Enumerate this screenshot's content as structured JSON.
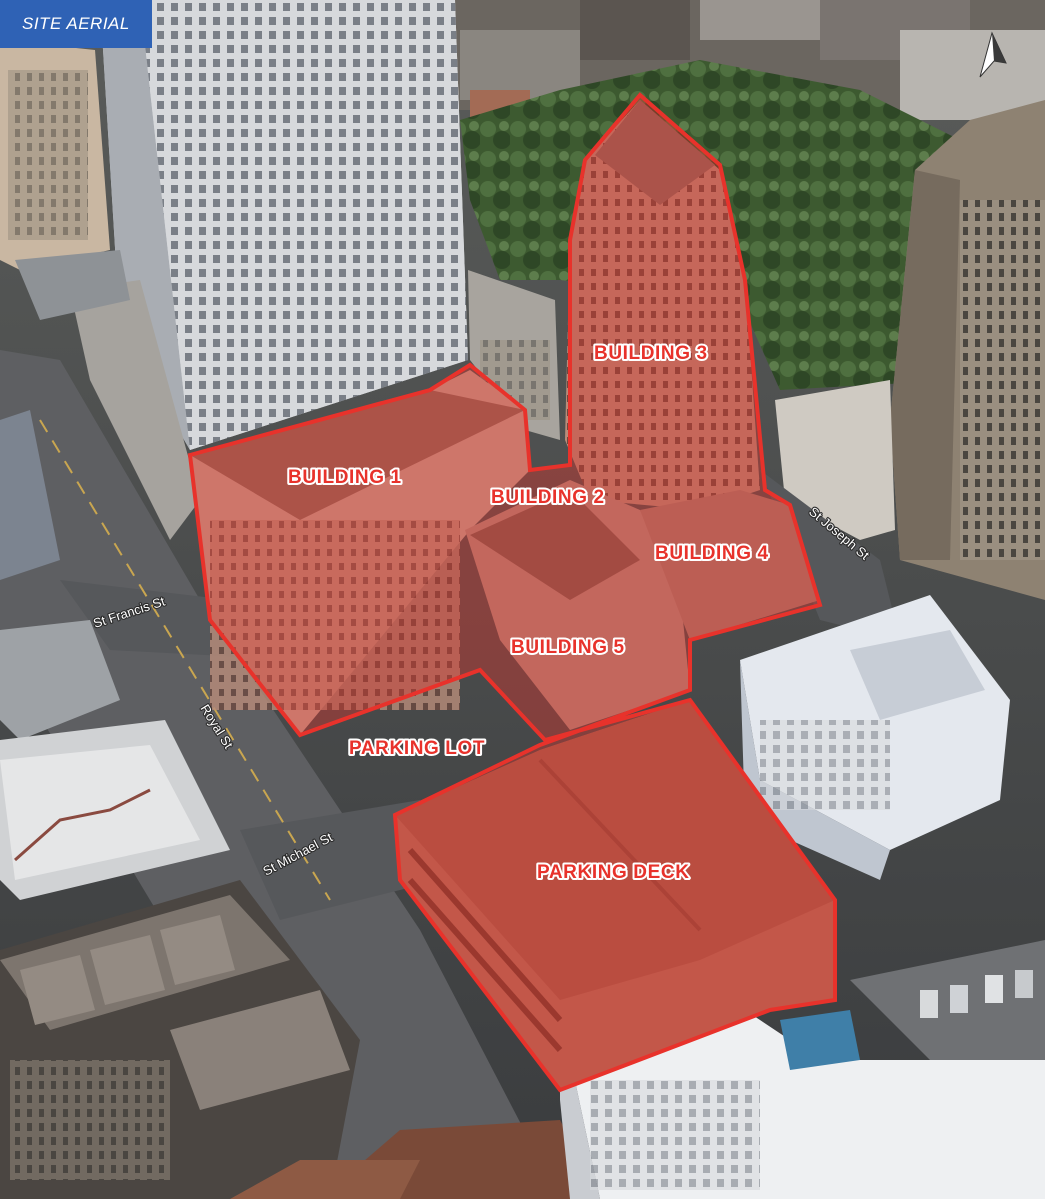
{
  "header": {
    "title": "SITE AERIAL"
  },
  "colors": {
    "accent_blue": "#2f62b5",
    "site_outline": "#e8322b",
    "site_fill": "#d9342e",
    "label_red": "#e8322b"
  },
  "compass": {
    "icon": "north-arrow-icon"
  },
  "site_labels": {
    "building_1": "BUILDING 1",
    "building_2": "BUILDING 2",
    "building_3": "BUILDING 3",
    "building_4": "BUILDING 4",
    "building_5": "BUILDING 5",
    "parking_lot": "PARKING LOT",
    "parking_deck": "PARKING DECK"
  },
  "streets": {
    "st_francis": "St Francis St",
    "royal": "Royal St",
    "st_michael": "St Michael St",
    "st_joseph": "St Joseph St"
  }
}
